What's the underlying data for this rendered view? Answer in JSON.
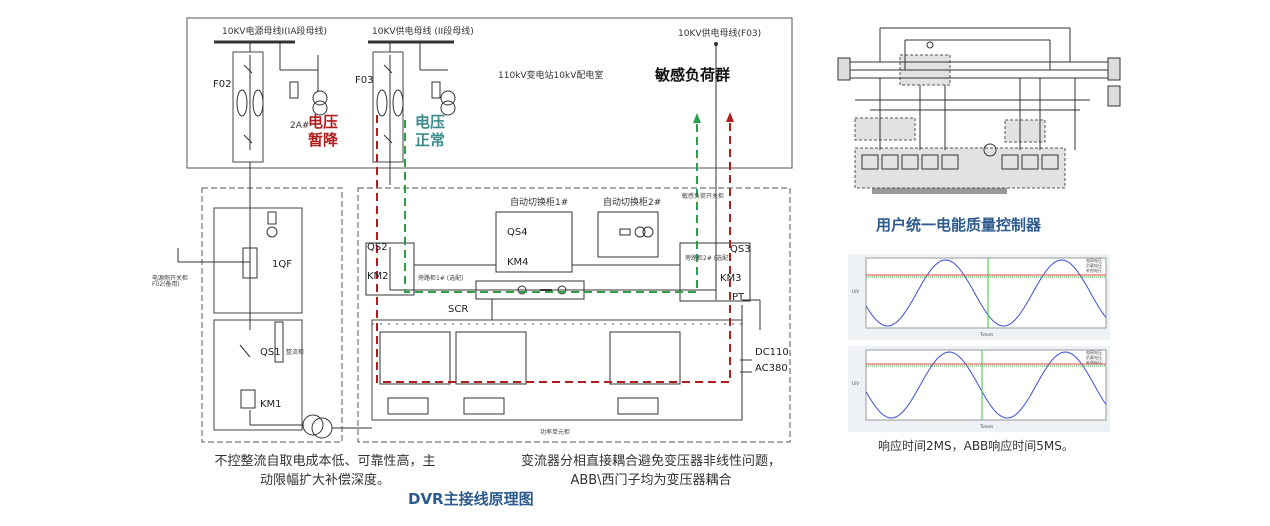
{
  "diagram": {
    "bus_f02_label": "10KV电源母线I(IA段母线)",
    "bus_f03_label": "10KV供电母线 (II段母线)",
    "bus_right_label": "10KV供电母线(F03)",
    "feeder_f02": "F02",
    "feeder_f03": "F03",
    "transformer_2a": "2A#",
    "substation_label": "110kV变电站10kV配电室",
    "sensitive_load": "敏感负荷群",
    "voltage_sag": "电压暂降",
    "voltage_normal": "电压正常",
    "breaker_1qf": "1QF",
    "switch_qs1": "QS1",
    "contactor_km1": "KM1",
    "switch_qs2": "QS2",
    "contactor_km2": "KM2",
    "switch_qs3": "QS3",
    "contactor_km3": "KM3",
    "switch_qs4": "QS4",
    "contactor_km4": "KM4",
    "scr_label": "SCR",
    "pt_label": "PT",
    "dc110": "DC110",
    "ac380": "AC380",
    "left_unit_label": "电源侧开关柜 F02(备用)",
    "auto_switch_1": "自动切换柜1#",
    "auto_switch_2": "自动切换柜2#",
    "bypass_1": "旁路柜1# (选配)",
    "bypass_2": "旁路柜2# (选配)",
    "rectifier_label": "整流柜",
    "power_unit_label": "功率单元柜",
    "right_vertical_label": "敏感负荷开关柜"
  },
  "captions": {
    "left_caption": "不控整流自取电成本低、可靠性高，主动限幅扩大补偿深度。",
    "center_caption": "变流器分相直接耦合避免变压器非线性问题，ABB\\西门子均为变压器耦合",
    "main_title": "DVR主接线原理图"
  },
  "controller": {
    "title": "用户统一电能质量控制器"
  },
  "waveforms": {
    "caption": "响应时间2MS，ABB响应时间5MS。",
    "legend_1": "电网电压",
    "legend_2": "负载电压",
    "legend_3": "补偿电压",
    "xlabel": "Time/s",
    "ylabel": "U/V"
  },
  "colors": {
    "red_path": "#b11e1e",
    "green_path": "#2e9e4a",
    "title_blue": "#2d5b8e"
  }
}
